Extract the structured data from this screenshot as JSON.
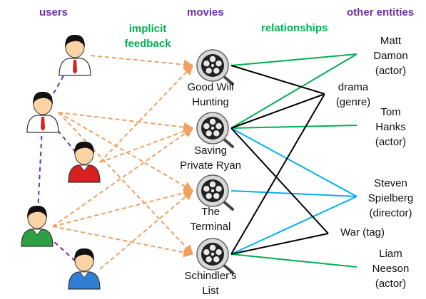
{
  "headers": {
    "users": "users",
    "movies": "movies",
    "other_entities": "other entities",
    "implicit_feedback_line1": "implicit",
    "implicit_feedback_line2": "feedback",
    "relationships": "relationships"
  },
  "movies": [
    {
      "line1": "Good Will",
      "line2": "Hunting"
    },
    {
      "line1": "Saving",
      "line2": "Private Ryan"
    },
    {
      "line1": "The",
      "line2": "Terminal"
    },
    {
      "line1": "Schindler's",
      "line2": "List"
    }
  ],
  "entities": [
    {
      "line1": "Matt",
      "line2": "Damon",
      "line3": "(actor)"
    },
    {
      "line1": "drama",
      "line2": "(genre)"
    },
    {
      "line1": "Tom",
      "line2": "Hanks",
      "line3": "(actor)"
    },
    {
      "line1": "Steven",
      "line2": "Spielberg",
      "line3": "(director)"
    },
    {
      "line1": "War (tag)"
    },
    {
      "line1": "Liam",
      "line2": "Neeson",
      "line3": "(actor)"
    }
  ],
  "user_shirt_colors": [
    "#ffffff",
    "#ffffff",
    "#d92020",
    "#2ea043",
    "#2f7fd6"
  ],
  "colors": {
    "user_link": "#7030a0",
    "feedback": "#f0a060",
    "actor_link": "#00b050",
    "director_link": "#00b0f0",
    "genre_tag_link": "#000000",
    "skin": "#fbd3a5",
    "hair": "#111111"
  },
  "icons": {
    "user": "person-icon",
    "movie": "film-reel-icon"
  }
}
